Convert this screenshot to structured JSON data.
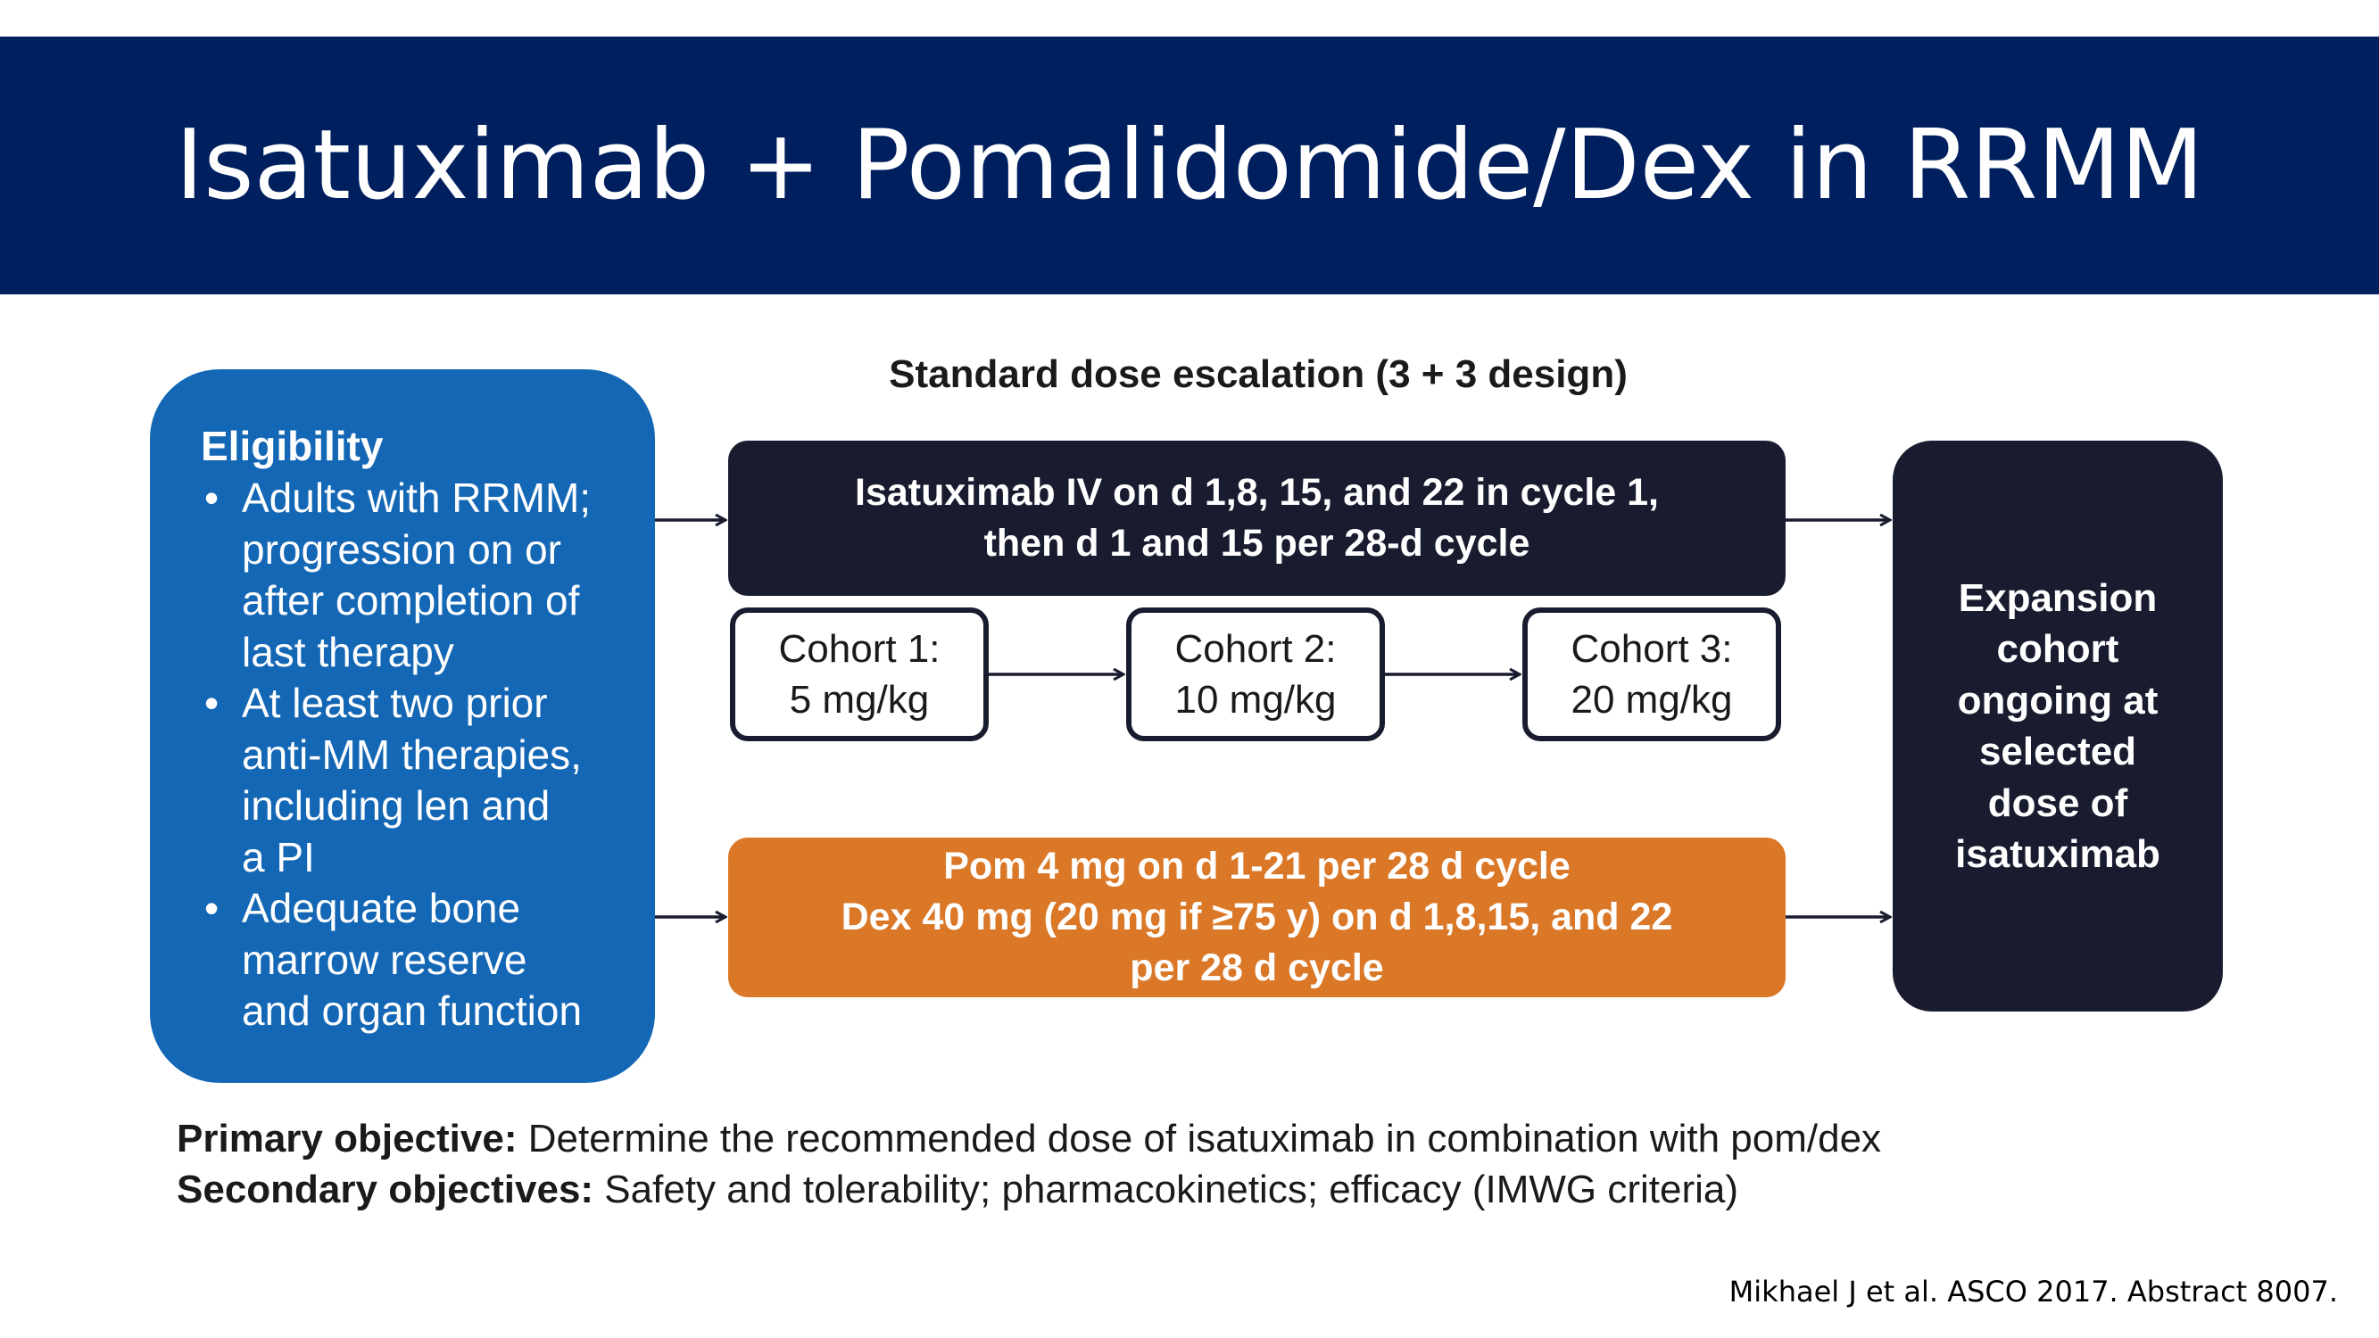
{
  "title": "Isatuximab + Pomalidomide/Dex in RRMM",
  "eligibility": {
    "heading": "Eligibility",
    "items": [
      [
        "Adults with RRMM;",
        "progression on or",
        "after completion of",
        "last therapy"
      ],
      [
        "At least two prior",
        "anti-MM therapies,",
        "including len and",
        "a PI"
      ],
      [
        "Adequate bone",
        "marrow reserve",
        "and organ function"
      ]
    ]
  },
  "escalation_header": "Standard dose escalation (3 + 3 design)",
  "isatuximab_box": {
    "line1": "Isatuximab IV on d 1,8, 15, and 22 in cycle 1,",
    "line2": "then d 1 and 15 per 28-d cycle"
  },
  "cohorts": [
    {
      "label": "Cohort 1:",
      "dose": "5 mg/kg"
    },
    {
      "label": "Cohort 2:",
      "dose": "10 mg/kg"
    },
    {
      "label": "Cohort 3:",
      "dose": "20 mg/kg"
    }
  ],
  "pom_dex_box": {
    "line1": "Pom 4 mg on d 1-21 per 28 d cycle",
    "line2": "Dex 40 mg (20 mg if ≥75 y) on d 1,8,15, and 22",
    "line3": "per 28 d cycle"
  },
  "expansion_box": {
    "lines": [
      "Expansion",
      "cohort",
      "ongoing at",
      "selected",
      "dose of",
      "isatuximab"
    ]
  },
  "objectives": {
    "primary_label": "Primary objective:",
    "primary_text": " Determine the recommended dose of isatuximab in combination with pom/dex",
    "secondary_label": "Secondary objectives:",
    "secondary_text": " Safety and tolerability; pharmacokinetics; efficacy (IMWG criteria)"
  },
  "citation": "Mikhael J et al. ASCO 2017. Abstract 8007.",
  "colors": {
    "title_bar": "#001f5f",
    "eligibility_fill": "#1467b5",
    "dark_box_fill": "#191c2f",
    "pom_dex_fill": "#da7828"
  }
}
